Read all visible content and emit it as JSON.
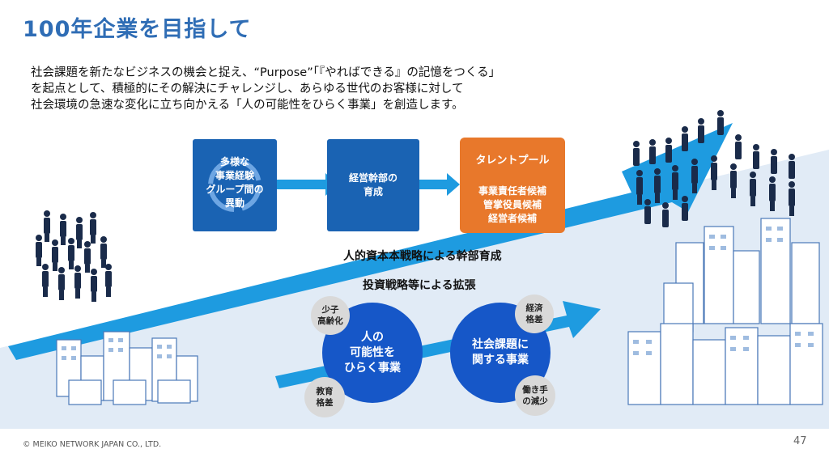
{
  "title": "100年企業を目指して",
  "intro": {
    "line1": "社会課題を新たなビジネスの機会と捉え、“Purpose”「『やればできる』の記憶をつくる」",
    "line2": "を起点として、積極的にその解決にチャレンジし、あらゆる世代のお客様に対して",
    "line3": "社会環境の急速な変化に立ち向かえる「人の可能性をひらく事業」を創造します。"
  },
  "boxes": {
    "box1": [
      "多様な",
      "事業経験",
      "グループ間の",
      "異動"
    ],
    "box2": [
      "経営幹部の",
      "育成"
    ],
    "box3": {
      "title": "タレントプール",
      "items": [
        "事業責任者候補",
        "管掌役員候補",
        "経営者候補"
      ]
    }
  },
  "labels": {
    "hr_strategy": "人的資本本戦略による幹部育成",
    "investment": "投資戦略等による拡張"
  },
  "circles": {
    "people": [
      "人の",
      "可能性を",
      "ひらく事業"
    ],
    "social": [
      "社会課題に",
      "関する事業"
    ],
    "small_1": [
      "少子",
      "高齢化"
    ],
    "small_2": [
      "教育",
      "格差"
    ],
    "small_3": [
      "経済",
      "格差"
    ],
    "small_4": [
      "働き手",
      "の減少"
    ]
  },
  "footer": "© MEIKO NETWORK JAPAN CO., LTD.",
  "page_number": "47",
  "colors": {
    "title_blue": "#2f6db5",
    "arrow_blue": "#1e9be0",
    "box_blue": "#1a63b3",
    "box_orange": "#e8782b",
    "circle_blue": "#1657c8",
    "circle_gray": "#d9d9d9",
    "band_light": "#e1ebf6"
  }
}
